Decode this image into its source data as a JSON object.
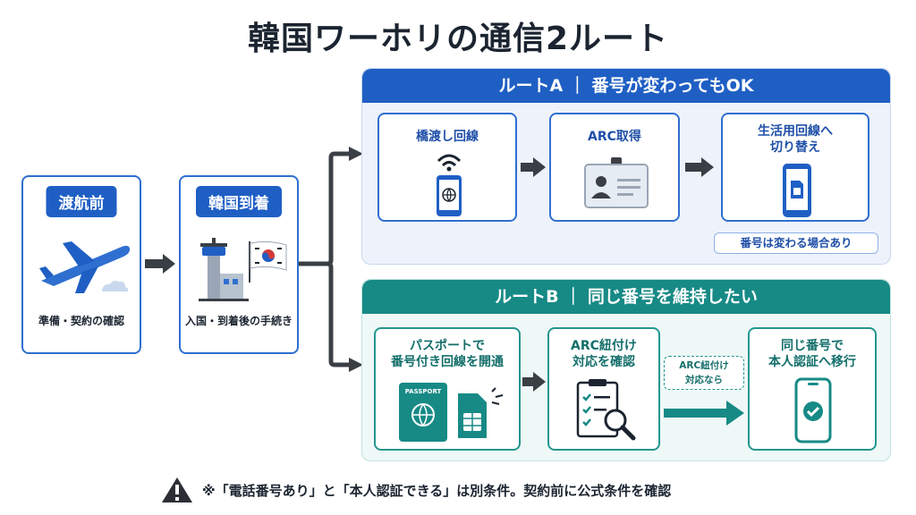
{
  "title": "韓国ワーホリの通信2ルート",
  "stages": [
    {
      "label": "渡航前",
      "caption": "準備・契約の確認"
    },
    {
      "label": "韓国到着",
      "caption": "入国・到着後の手続き"
    }
  ],
  "route_a": {
    "header": "ルートA ｜ 番号が変わってもOK",
    "steps": [
      {
        "title": "橋渡し回線"
      },
      {
        "title": "ARC取得"
      },
      {
        "title": "生活用回線へ\n切り替え"
      }
    ],
    "note": "番号は変わる場合あり"
  },
  "route_b": {
    "header": "ルートB ｜ 同じ番号を維持したい",
    "steps": [
      {
        "title": "パスポートで\n番号付き回線を開通"
      },
      {
        "title": "ARC紐付け\n対応を確認"
      },
      {
        "title": "同じ番号で\n本人認証へ移行"
      }
    ],
    "condition": "ARC紐付け\n対応なら",
    "passport_text": "PASSPORT"
  },
  "footer": "※「電話番号あり」と「本人認証できる」は別条件。契約前に公式条件を確認",
  "colors": {
    "blue": "#1f5fc4",
    "teal": "#178a86",
    "arrow": "#3a3f45",
    "dark": "#1b2430"
  }
}
